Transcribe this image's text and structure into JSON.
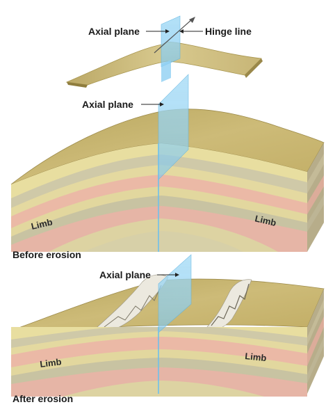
{
  "top_fold": {
    "axial_plane_label": "Axial plane",
    "hinge_line_label": "Hinge line"
  },
  "before_erosion": {
    "axial_plane_label": "Axial plane",
    "limb_left_label": "Limb",
    "limb_right_label": "Limb",
    "caption": "Before erosion"
  },
  "after_erosion": {
    "axial_plane_label": "Axial plane",
    "limb_left_label": "Limb",
    "limb_right_label": "Limb",
    "caption": "After erosion"
  },
  "colors": {
    "terrain": "#c9b670",
    "terrain_dark": "#a8964f",
    "axial_plane": "#7fc8f0",
    "layer_yellow": "#e9df9a",
    "layer_grey": "#c7c2a3",
    "layer_pink": "#e6b8a6",
    "layer_sand": "#d9cf97",
    "rock_white": "#eeece4"
  }
}
